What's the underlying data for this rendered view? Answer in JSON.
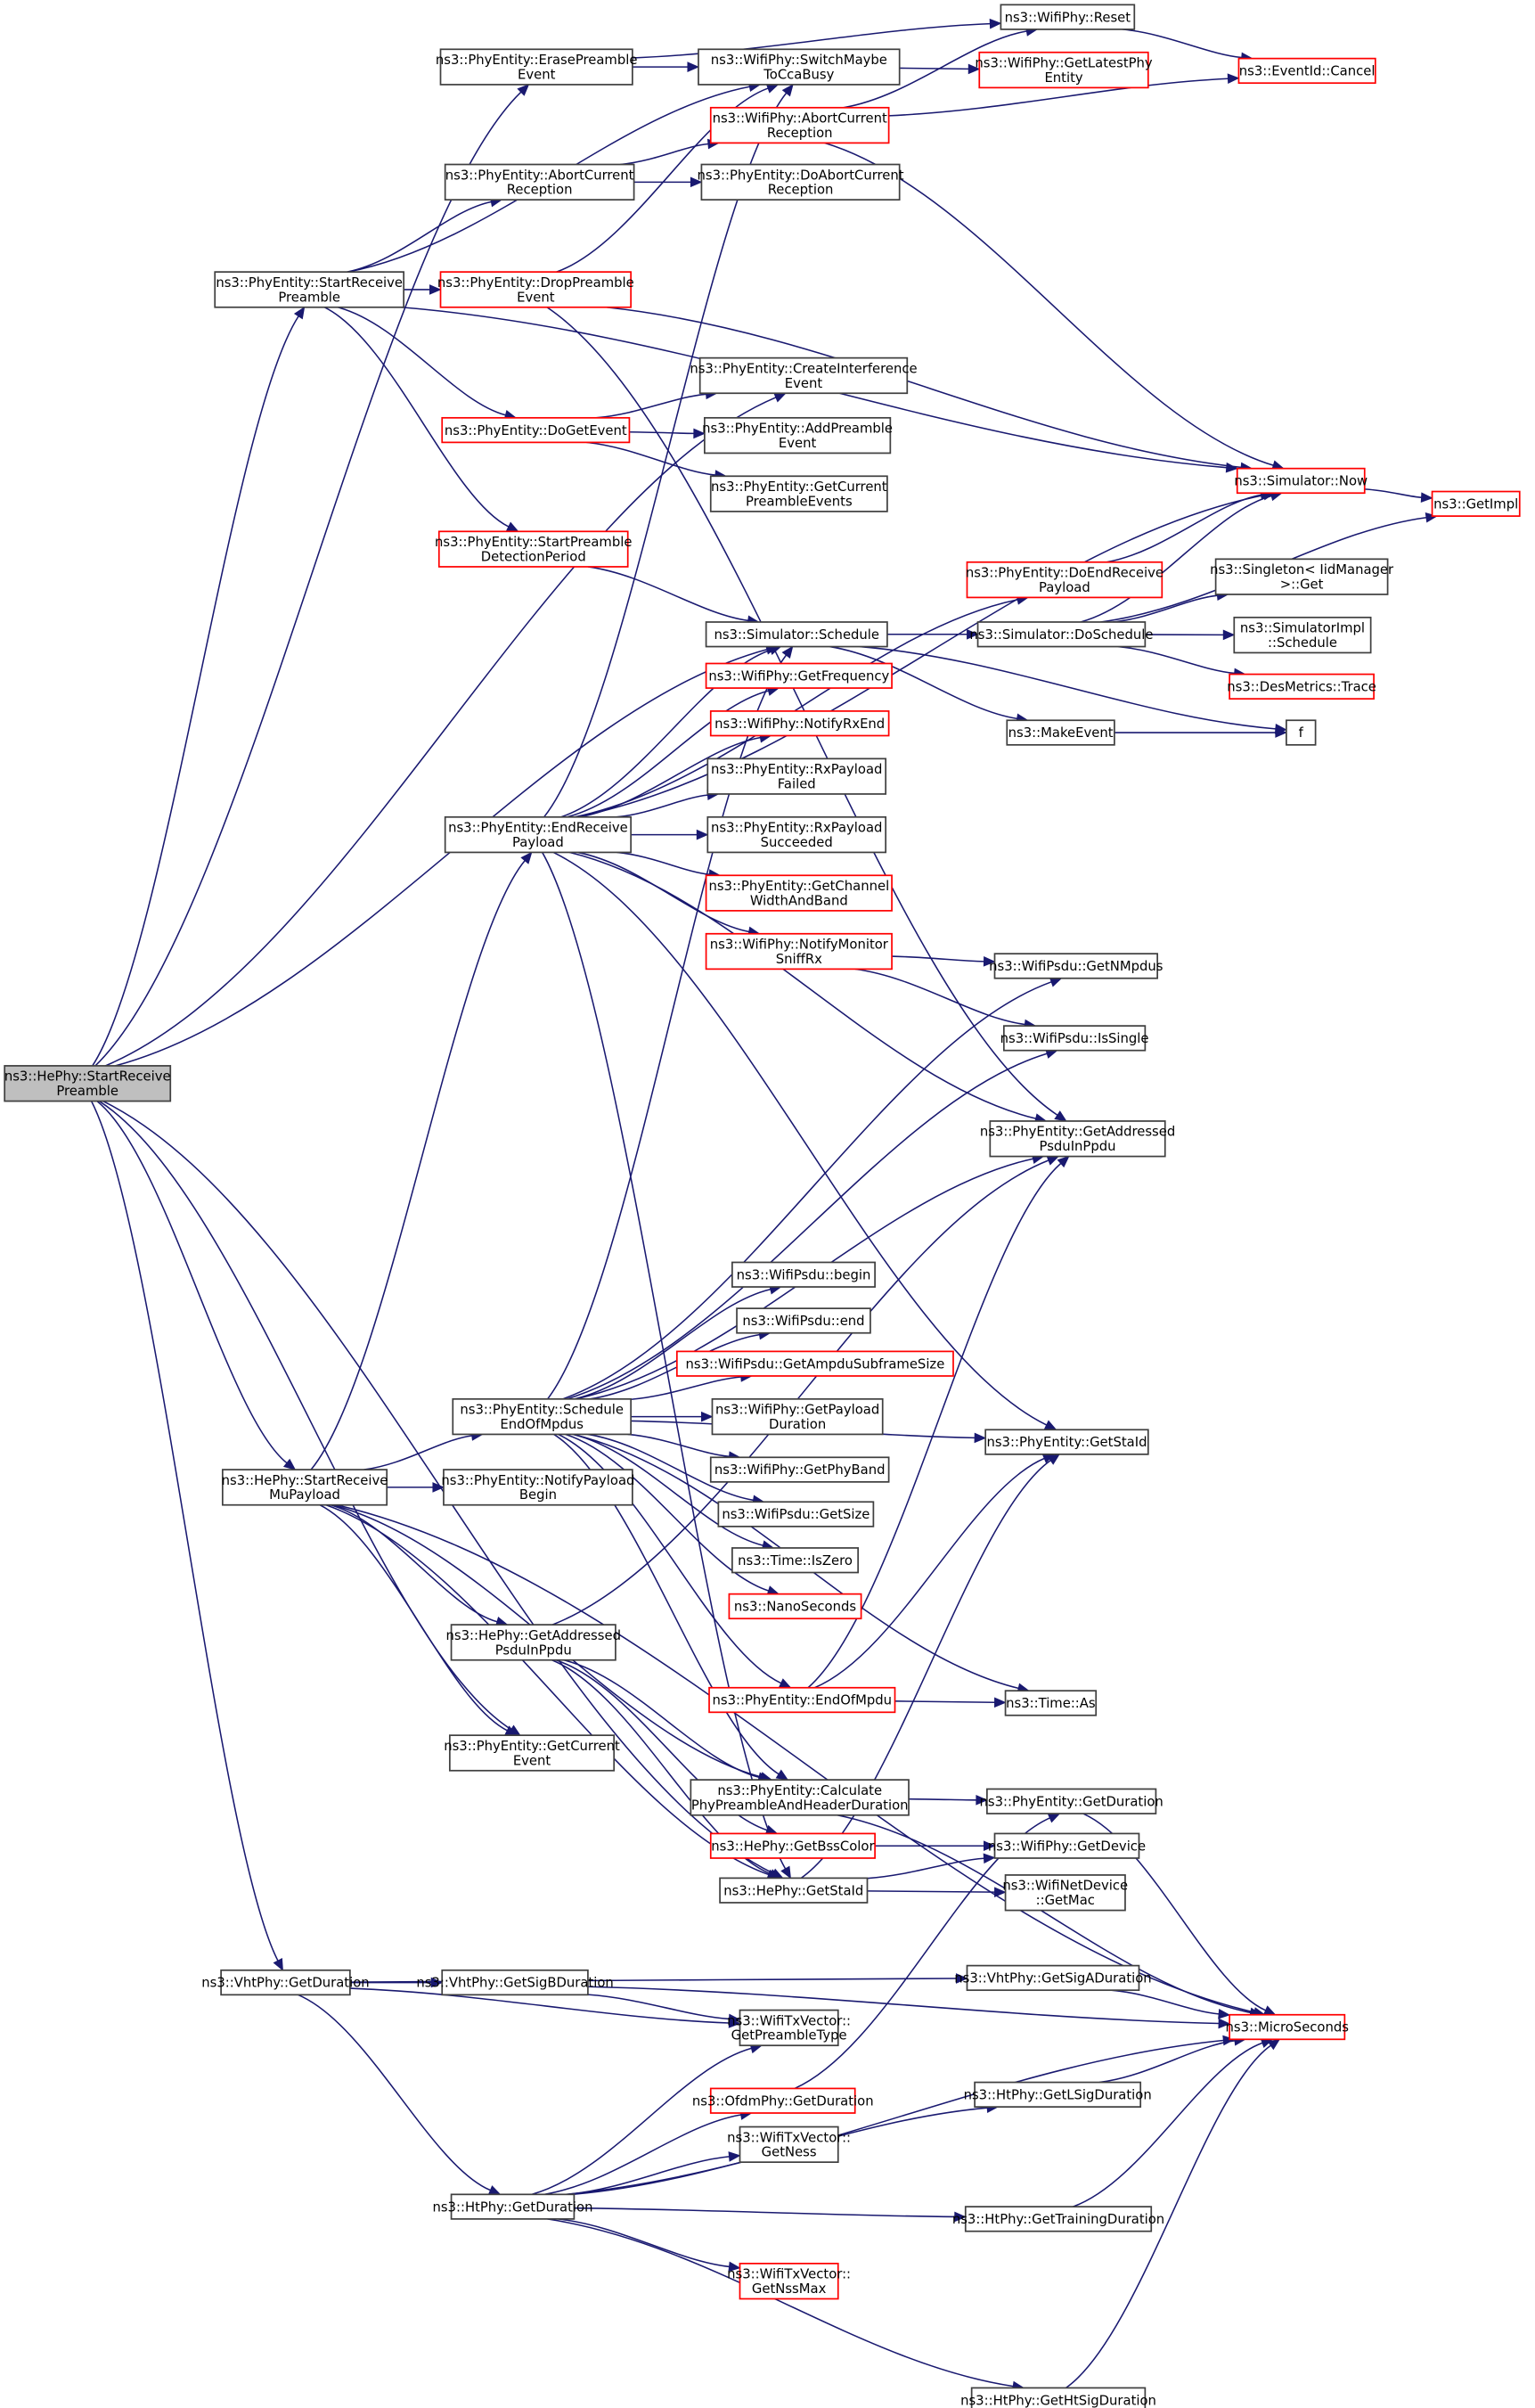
{
  "diagram": {
    "title": "Call graph of ns3::HePhy::StartReceivePreamble",
    "colors": {
      "edge": "#191970",
      "undocumented_border": "#ff0000",
      "root_fill": "#bfbfbf",
      "node_border": "#404040"
    },
    "nodes": [
      {
        "id": "root",
        "lines": [
          "ns3::HePhy::StartReceive",
          "Preamble"
        ],
        "style": "root"
      },
      {
        "id": "erase",
        "lines": [
          "ns3::PhyEntity::ErasePreamble",
          "Event"
        ],
        "style": "normal"
      },
      {
        "id": "switchcca",
        "lines": [
          "ns3::WifiPhy::SwitchMaybe",
          "ToCcaBusy"
        ],
        "style": "normal"
      },
      {
        "id": "reset",
        "lines": [
          "ns3::WifiPhy::Reset"
        ],
        "style": "normal"
      },
      {
        "id": "latestphy",
        "lines": [
          "ns3::WifiPhy::GetLatestPhy",
          "Entity"
        ],
        "style": "red"
      },
      {
        "id": "cancel",
        "lines": [
          "ns3::EventId::Cancel"
        ],
        "style": "red"
      },
      {
        "id": "wabort",
        "lines": [
          "ns3::WifiPhy::AbortCurrent",
          "Reception"
        ],
        "style": "red"
      },
      {
        "id": "pabort",
        "lines": [
          "ns3::PhyEntity::AbortCurrent",
          "Reception"
        ],
        "style": "normal"
      },
      {
        "id": "doabort",
        "lines": [
          "ns3::PhyEntity::DoAbortCurrent",
          "Reception"
        ],
        "style": "normal"
      },
      {
        "id": "srp",
        "lines": [
          "ns3::PhyEntity::StartReceive",
          "Preamble"
        ],
        "style": "normal"
      },
      {
        "id": "drop",
        "lines": [
          "ns3::PhyEntity::DropPreamble",
          "Event"
        ],
        "style": "red"
      },
      {
        "id": "createint",
        "lines": [
          "ns3::PhyEntity::CreateInterference",
          "Event"
        ],
        "style": "normal"
      },
      {
        "id": "dogetevent",
        "lines": [
          "ns3::PhyEntity::DoGetEvent"
        ],
        "style": "red"
      },
      {
        "id": "addpre",
        "lines": [
          "ns3::PhyEntity::AddPreamble",
          "Event"
        ],
        "style": "normal"
      },
      {
        "id": "getcurpre",
        "lines": [
          "ns3::PhyEntity::GetCurrent",
          "PreambleEvents"
        ],
        "style": "normal"
      },
      {
        "id": "startdet",
        "lines": [
          "ns3::PhyEntity::StartPreamble",
          "DetectionPeriod"
        ],
        "style": "red"
      },
      {
        "id": "now",
        "lines": [
          "ns3::Simulator::Now"
        ],
        "style": "red"
      },
      {
        "id": "getimpl",
        "lines": [
          "ns3::GetImpl"
        ],
        "style": "red"
      },
      {
        "id": "doendrx",
        "lines": [
          "ns3::PhyEntity::DoEndReceive",
          "Payload"
        ],
        "style": "red"
      },
      {
        "id": "singleton",
        "lines": [
          "ns3::Singleton< IidManager",
          ">::Get"
        ],
        "style": "normal"
      },
      {
        "id": "schedule",
        "lines": [
          "ns3::Simulator::Schedule"
        ],
        "style": "normal"
      },
      {
        "id": "doschedule",
        "lines": [
          "ns3::Simulator::DoSchedule"
        ],
        "style": "normal"
      },
      {
        "id": "implsched",
        "lines": [
          "ns3::SimulatorImpl",
          "::Schedule"
        ],
        "style": "normal"
      },
      {
        "id": "trace",
        "lines": [
          "ns3::DesMetrics::Trace"
        ],
        "style": "red"
      },
      {
        "id": "getfreq",
        "lines": [
          "ns3::WifiPhy::GetFrequency"
        ],
        "style": "red"
      },
      {
        "id": "makeevent",
        "lines": [
          "ns3::MakeEvent"
        ],
        "style": "normal"
      },
      {
        "id": "f",
        "lines": [
          "f"
        ],
        "style": "normal"
      },
      {
        "id": "notifyrxend",
        "lines": [
          "ns3::WifiPhy::NotifyRxEnd"
        ],
        "style": "red"
      },
      {
        "id": "rxfailed",
        "lines": [
          "ns3::PhyEntity::RxPayload",
          "Failed"
        ],
        "style": "normal"
      },
      {
        "id": "endrx",
        "lines": [
          "ns3::PhyEntity::EndReceive",
          "Payload"
        ],
        "style": "normal"
      },
      {
        "id": "rxsucc",
        "lines": [
          "ns3::PhyEntity::RxPayload",
          "Succeeded"
        ],
        "style": "normal"
      },
      {
        "id": "chwidth",
        "lines": [
          "ns3::PhyEntity::GetChannel",
          "WidthAndBand"
        ],
        "style": "red"
      },
      {
        "id": "sniff",
        "lines": [
          "ns3::WifiPhy::NotifyMonitor",
          "SniffRx"
        ],
        "style": "red"
      },
      {
        "id": "getnmpdus",
        "lines": [
          "ns3::WifiPsdu::GetNMpdus"
        ],
        "style": "normal"
      },
      {
        "id": "issingle",
        "lines": [
          "ns3::WifiPsdu::IsSingle"
        ],
        "style": "normal"
      },
      {
        "id": "paddr",
        "lines": [
          "ns3::PhyEntity::GetAddressed",
          "PsduInPpdu"
        ],
        "style": "normal"
      },
      {
        "id": "begin",
        "lines": [
          "ns3::WifiPsdu::begin"
        ],
        "style": "normal"
      },
      {
        "id": "end",
        "lines": [
          "ns3::WifiPsdu::end"
        ],
        "style": "normal"
      },
      {
        "id": "ampdu",
        "lines": [
          "ns3::WifiPsdu::GetAmpduSubframeSize"
        ],
        "style": "red"
      },
      {
        "id": "schedmpdus",
        "lines": [
          "ns3::PhyEntity::Schedule",
          "EndOfMpdus"
        ],
        "style": "normal"
      },
      {
        "id": "payloaddur",
        "lines": [
          "ns3::WifiPhy::GetPayload",
          "Duration"
        ],
        "style": "normal"
      },
      {
        "id": "pstaid",
        "lines": [
          "ns3::PhyEntity::GetStaId"
        ],
        "style": "normal"
      },
      {
        "id": "muPayload",
        "lines": [
          "ns3::HePhy::StartReceive",
          "MuPayload"
        ],
        "style": "normal"
      },
      {
        "id": "notifybegin",
        "lines": [
          "ns3::PhyEntity::NotifyPayload",
          "Begin"
        ],
        "style": "normal"
      },
      {
        "id": "phyband",
        "lines": [
          "ns3::WifiPhy::GetPhyBand"
        ],
        "style": "normal"
      },
      {
        "id": "getsize",
        "lines": [
          "ns3::WifiPsdu::GetSize"
        ],
        "style": "normal"
      },
      {
        "id": "iszero",
        "lines": [
          "ns3::Time::IsZero"
        ],
        "style": "normal"
      },
      {
        "id": "nano",
        "lines": [
          "ns3::NanoSeconds"
        ],
        "style": "red"
      },
      {
        "id": "haddr",
        "lines": [
          "ns3::HePhy::GetAddressed",
          "PsduInPpdu"
        ],
        "style": "normal"
      },
      {
        "id": "endofmpdu",
        "lines": [
          "ns3::PhyEntity::EndOfMpdu"
        ],
        "style": "red"
      },
      {
        "id": "timeas",
        "lines": [
          "ns3::Time::As"
        ],
        "style": "normal"
      },
      {
        "id": "getcurevent",
        "lines": [
          "ns3::PhyEntity::GetCurrent",
          "Event"
        ],
        "style": "normal"
      },
      {
        "id": "calcpre",
        "lines": [
          "ns3::PhyEntity::Calculate",
          "PhyPreambleAndHeaderDuration"
        ],
        "style": "normal"
      },
      {
        "id": "pgetdur",
        "lines": [
          "ns3::PhyEntity::GetDuration"
        ],
        "style": "normal"
      },
      {
        "id": "bsscolor",
        "lines": [
          "ns3::HePhy::GetBssColor"
        ],
        "style": "red"
      },
      {
        "id": "getdevice",
        "lines": [
          "ns3::WifiPhy::GetDevice"
        ],
        "style": "normal"
      },
      {
        "id": "hstaid",
        "lines": [
          "ns3::HePhy::GetStaId"
        ],
        "style": "normal"
      },
      {
        "id": "getmac",
        "lines": [
          "ns3::WifiNetDevice",
          "::GetMac"
        ],
        "style": "normal"
      },
      {
        "id": "vhtdur",
        "lines": [
          "ns3::VhtPhy::GetDuration"
        ],
        "style": "normal"
      },
      {
        "id": "sigbdur",
        "lines": [
          "ns3::VhtPhy::GetSigBDuration"
        ],
        "style": "normal"
      },
      {
        "id": "sigadur",
        "lines": [
          "ns3::VhtPhy::GetSigADuration"
        ],
        "style": "normal"
      },
      {
        "id": "micro",
        "lines": [
          "ns3::MicroSeconds"
        ],
        "style": "red"
      },
      {
        "id": "pretype",
        "lines": [
          "ns3::WifiTxVector::",
          "GetPreambleType"
        ],
        "style": "normal"
      },
      {
        "id": "ofdmdur",
        "lines": [
          "ns3::OfdmPhy::GetDuration"
        ],
        "style": "red"
      },
      {
        "id": "lsigdur",
        "lines": [
          "ns3::HtPhy::GetLSigDuration"
        ],
        "style": "normal"
      },
      {
        "id": "getness",
        "lines": [
          "ns3::WifiTxVector::",
          "GetNess"
        ],
        "style": "normal"
      },
      {
        "id": "htdur",
        "lines": [
          "ns3::HtPhy::GetDuration"
        ],
        "style": "normal"
      },
      {
        "id": "trainingdur",
        "lines": [
          "ns3::HtPhy::GetTrainingDuration"
        ],
        "style": "normal"
      },
      {
        "id": "nssmax",
        "lines": [
          "ns3::WifiTxVector::",
          "GetNssMax"
        ],
        "style": "red"
      },
      {
        "id": "htsigdur",
        "lines": [
          "ns3::HtPhy::GetHtSigDuration"
        ],
        "style": "normal"
      }
    ],
    "edges": [
      [
        "root",
        "erase"
      ],
      [
        "root",
        "srp"
      ],
      [
        "root",
        "createint"
      ],
      [
        "root",
        "schedule"
      ],
      [
        "root",
        "muPayload"
      ],
      [
        "root",
        "getcurevent"
      ],
      [
        "root",
        "hstaid"
      ],
      [
        "root",
        "vhtdur"
      ],
      [
        "erase",
        "switchcca"
      ],
      [
        "erase",
        "reset"
      ],
      [
        "switchcca",
        "latestphy"
      ],
      [
        "reset",
        "cancel"
      ],
      [
        "wabort",
        "reset"
      ],
      [
        "wabort",
        "cancel"
      ],
      [
        "wabort",
        "now"
      ],
      [
        "pabort",
        "wabort"
      ],
      [
        "pabort",
        "doabort"
      ],
      [
        "srp",
        "switchcca"
      ],
      [
        "srp",
        "pabort"
      ],
      [
        "srp",
        "drop"
      ],
      [
        "srp",
        "dogetevent"
      ],
      [
        "srp",
        "startdet"
      ],
      [
        "srp",
        "now"
      ],
      [
        "drop",
        "switchcca"
      ],
      [
        "drop",
        "now"
      ],
      [
        "drop",
        "paddr"
      ],
      [
        "dogetevent",
        "createint"
      ],
      [
        "dogetevent",
        "addpre"
      ],
      [
        "dogetevent",
        "getcurpre"
      ],
      [
        "startdet",
        "schedule"
      ],
      [
        "now",
        "getimpl"
      ],
      [
        "doendrx",
        "now"
      ],
      [
        "schedule",
        "doschedule"
      ],
      [
        "schedule",
        "makeevent"
      ],
      [
        "schedule",
        "f"
      ],
      [
        "doschedule",
        "now"
      ],
      [
        "doschedule",
        "getimpl"
      ],
      [
        "doschedule",
        "singleton"
      ],
      [
        "doschedule",
        "implsched"
      ],
      [
        "doschedule",
        "trace"
      ],
      [
        "makeevent",
        "f"
      ],
      [
        "endrx",
        "switchcca"
      ],
      [
        "endrx",
        "now"
      ],
      [
        "endrx",
        "doendrx"
      ],
      [
        "endrx",
        "schedule"
      ],
      [
        "endrx",
        "getfreq"
      ],
      [
        "endrx",
        "notifyrxend"
      ],
      [
        "endrx",
        "rxfailed"
      ],
      [
        "endrx",
        "rxsucc"
      ],
      [
        "endrx",
        "chwidth"
      ],
      [
        "endrx",
        "sniff"
      ],
      [
        "endrx",
        "paddr"
      ],
      [
        "endrx",
        "pstaid"
      ],
      [
        "endrx",
        "hstaid"
      ],
      [
        "sniff",
        "getnmpdus"
      ],
      [
        "sniff",
        "issingle"
      ],
      [
        "schedmpdus",
        "schedule"
      ],
      [
        "schedmpdus",
        "getnmpdus"
      ],
      [
        "schedmpdus",
        "issingle"
      ],
      [
        "schedmpdus",
        "paddr"
      ],
      [
        "schedmpdus",
        "pstaid"
      ],
      [
        "schedmpdus",
        "begin"
      ],
      [
        "schedmpdus",
        "end"
      ],
      [
        "schedmpdus",
        "ampdu"
      ],
      [
        "schedmpdus",
        "payloaddur"
      ],
      [
        "schedmpdus",
        "phyband"
      ],
      [
        "schedmpdus",
        "getsize"
      ],
      [
        "schedmpdus",
        "iszero"
      ],
      [
        "schedmpdus",
        "nano"
      ],
      [
        "schedmpdus",
        "endofmpdu"
      ],
      [
        "schedmpdus",
        "timeas"
      ],
      [
        "schedmpdus",
        "calcpre"
      ],
      [
        "muPayload",
        "endrx"
      ],
      [
        "muPayload",
        "schedmpdus"
      ],
      [
        "muPayload",
        "notifybegin"
      ],
      [
        "muPayload",
        "haddr"
      ],
      [
        "muPayload",
        "getcurevent"
      ],
      [
        "muPayload",
        "calcpre"
      ],
      [
        "muPayload",
        "hstaid"
      ],
      [
        "muPayload",
        "micro"
      ],
      [
        "haddr",
        "paddr"
      ],
      [
        "haddr",
        "calcpre"
      ],
      [
        "haddr",
        "bsscolor"
      ],
      [
        "haddr",
        "hstaid"
      ],
      [
        "endofmpdu",
        "paddr"
      ],
      [
        "endofmpdu",
        "pstaid"
      ],
      [
        "endofmpdu",
        "timeas"
      ],
      [
        "calcpre",
        "pgetdur"
      ],
      [
        "calcpre",
        "micro"
      ],
      [
        "pgetdur",
        "micro"
      ],
      [
        "bsscolor",
        "getdevice"
      ],
      [
        "hstaid",
        "pstaid"
      ],
      [
        "hstaid",
        "getdevice"
      ],
      [
        "hstaid",
        "getmac"
      ],
      [
        "vhtdur",
        "sigbdur"
      ],
      [
        "vhtdur",
        "sigadur"
      ],
      [
        "vhtdur",
        "pretype"
      ],
      [
        "vhtdur",
        "htdur"
      ],
      [
        "sigbdur",
        "pretype"
      ],
      [
        "sigbdur",
        "micro"
      ],
      [
        "sigadur",
        "micro"
      ],
      [
        "ofdmdur",
        "pgetdur"
      ],
      [
        "lsigdur",
        "micro"
      ],
      [
        "htdur",
        "pretype"
      ],
      [
        "htdur",
        "ofdmdur"
      ],
      [
        "htdur",
        "getness"
      ],
      [
        "htdur",
        "lsigdur"
      ],
      [
        "htdur",
        "trainingdur"
      ],
      [
        "htdur",
        "nssmax"
      ],
      [
        "htdur",
        "htsigdur"
      ],
      [
        "htdur",
        "micro"
      ],
      [
        "trainingdur",
        "micro"
      ],
      [
        "htsigdur",
        "micro"
      ]
    ]
  }
}
